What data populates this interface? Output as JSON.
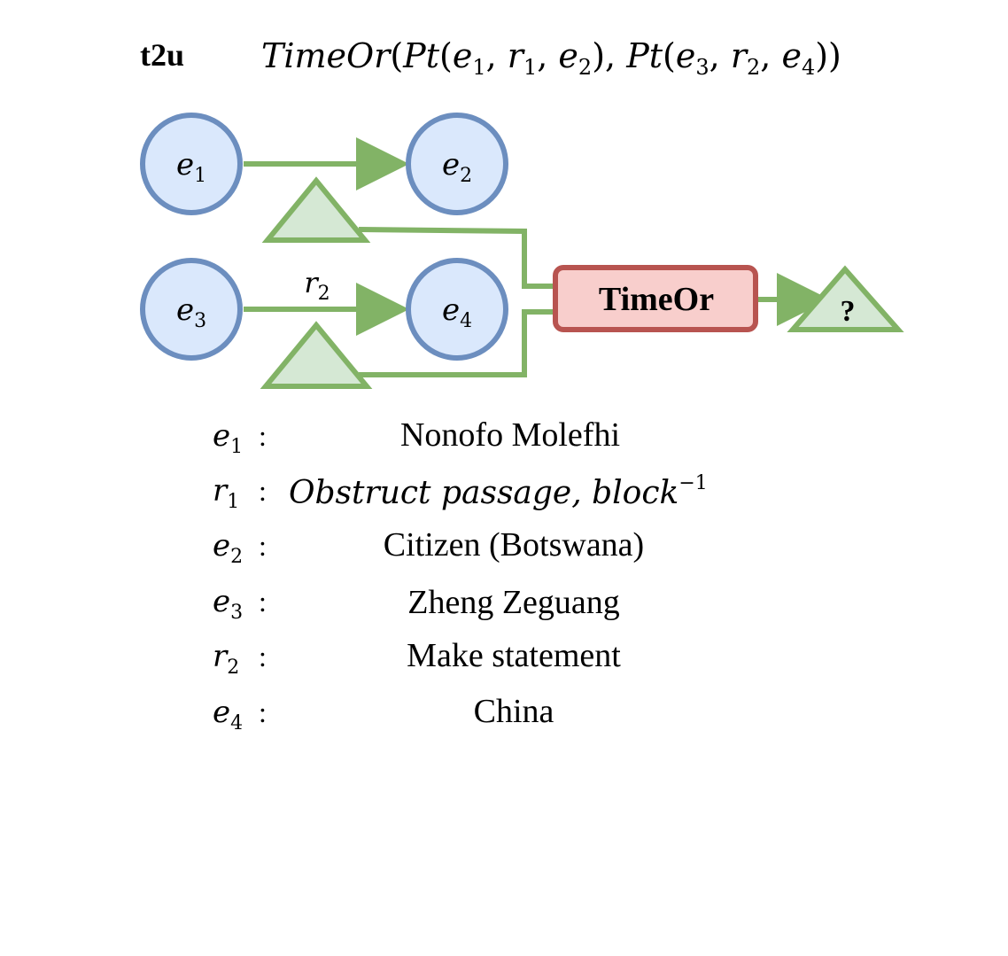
{
  "header": {
    "tag": "t2u",
    "formula": {
      "op": "TimeOr",
      "atom": "Pt",
      "e1": "e",
      "e1_sub": "1",
      "r1": "r",
      "r1_sub": "1",
      "e2": "e",
      "e2_sub": "2",
      "e3": "e",
      "e3_sub": "3",
      "r2": "r",
      "r2_sub": "2",
      "e4": "e",
      "e4_sub": "4"
    }
  },
  "diagram": {
    "nodes": {
      "e1": {
        "main": "e",
        "sub": "1"
      },
      "e2": {
        "main": "e",
        "sub": "2"
      },
      "e3": {
        "main": "e",
        "sub": "3"
      },
      "e4": {
        "main": "e",
        "sub": "4"
      }
    },
    "edge_label_r2": {
      "main": "r",
      "sub": "2"
    },
    "operator": "TimeOr",
    "result": "?",
    "colors": {
      "entity_fill": "#dae8fc",
      "entity_stroke": "#6c8ebf",
      "edge": "#82b366",
      "triangle_fill": "#d5e8d4",
      "operator_fill": "#f8cecc",
      "operator_stroke": "#b85450"
    }
  },
  "legend": [
    {
      "sym": "e",
      "sub": "1",
      "value": "Nonofo Molefhi"
    },
    {
      "sym": "r",
      "sub": "1",
      "value_main": "Obstruct passage, block",
      "value_sup": "−1"
    },
    {
      "sym": "e",
      "sub": "2",
      "value": "Citizen (Botswana)"
    },
    {
      "sym": "e",
      "sub": "3",
      "value": "Zheng Zeguang"
    },
    {
      "sym": "r",
      "sub": "2",
      "value": "Make statement"
    },
    {
      "sym": "e",
      "sub": "4",
      "value": "China"
    }
  ],
  "legend_separator": ":"
}
